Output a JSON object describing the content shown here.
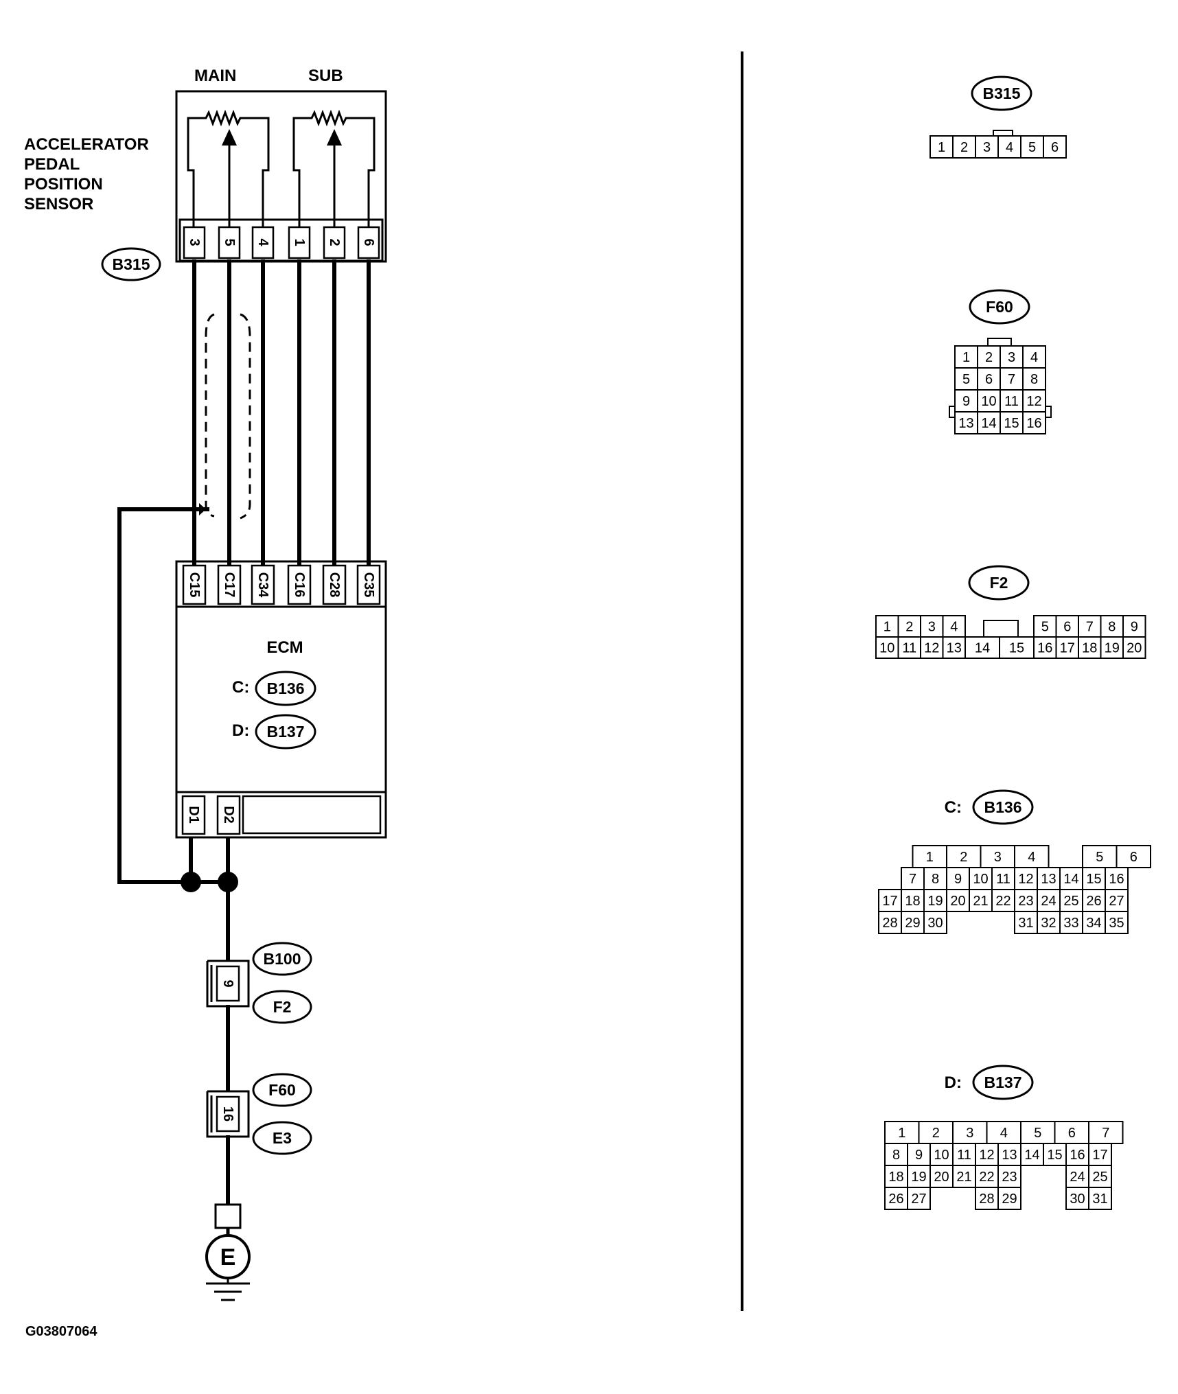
{
  "wiring": {
    "labels": {
      "main": "MAIN",
      "sub": "SUB",
      "sensor_name": [
        "ACCELERATOR",
        "PEDAL",
        "POSITION",
        "SENSOR"
      ],
      "ecm": "ECM",
      "ground": "E",
      "figure_code": "G03807064"
    },
    "sensor_tag": "B315",
    "sensor_pins": [
      "3",
      "5",
      "4",
      "1",
      "2",
      "6"
    ],
    "ecm_c_pins": [
      "C15",
      "C17",
      "C34",
      "C16",
      "C28",
      "C35"
    ],
    "ecm_d_pins": [
      "D1",
      "D2"
    ],
    "ecm_refs": [
      {
        "prefix": "C:",
        "code": "B136"
      },
      {
        "prefix": "D:",
        "code": "B137"
      }
    ],
    "junction_1": {
      "pin": "9",
      "upper": "B100",
      "lower": "F2"
    },
    "junction_2": {
      "pin": "16",
      "upper": "F60",
      "lower": "E3"
    }
  },
  "connectors": [
    {
      "name": "B315",
      "prefix": "",
      "rows": [
        [
          "1",
          "2",
          "3",
          "4",
          "5",
          "6"
        ]
      ]
    },
    {
      "name": "F60",
      "prefix": "",
      "rows": [
        [
          "1",
          "2",
          "3",
          "4"
        ],
        [
          "5",
          "6",
          "7",
          "8"
        ],
        [
          "9",
          "10",
          "11",
          "12"
        ],
        [
          "13",
          "14",
          "15",
          "16"
        ]
      ]
    },
    {
      "name": "F2",
      "prefix": "",
      "rows": [
        [
          "1",
          "2",
          "3",
          "4",
          "",
          "",
          "5",
          "6",
          "7",
          "8",
          "9"
        ],
        [
          "10",
          "11",
          "12",
          "13",
          "14",
          "15",
          "16",
          "17",
          "18",
          "19",
          "20"
        ]
      ]
    },
    {
      "name": "B136",
      "prefix": "C:",
      "rows": [
        [
          "",
          "1",
          "2",
          "3",
          "4",
          "",
          "5",
          "6"
        ],
        [
          "",
          "7",
          "8",
          "9",
          "10",
          "11",
          "12",
          "13",
          "14",
          "15",
          "16"
        ],
        [
          "17",
          "18",
          "19",
          "20",
          "21",
          "22",
          "23",
          "24",
          "25",
          "26",
          "27"
        ],
        [
          "28",
          "29",
          "30",
          "",
          "",
          "",
          "31",
          "32",
          "33",
          "34",
          "35"
        ]
      ]
    },
    {
      "name": "B137",
      "prefix": "D:",
      "rows": [
        [
          "1",
          "2",
          "3",
          "4",
          "5",
          "6",
          "7"
        ],
        [
          "8",
          "9",
          "10",
          "11",
          "12",
          "13",
          "14",
          "15",
          "16",
          "17"
        ],
        [
          "18",
          "19",
          "20",
          "21",
          "22",
          "23",
          "",
          "",
          "24",
          "25"
        ],
        [
          "26",
          "27",
          "",
          "",
          "28",
          "29",
          "",
          "",
          "30",
          "31"
        ]
      ]
    }
  ]
}
